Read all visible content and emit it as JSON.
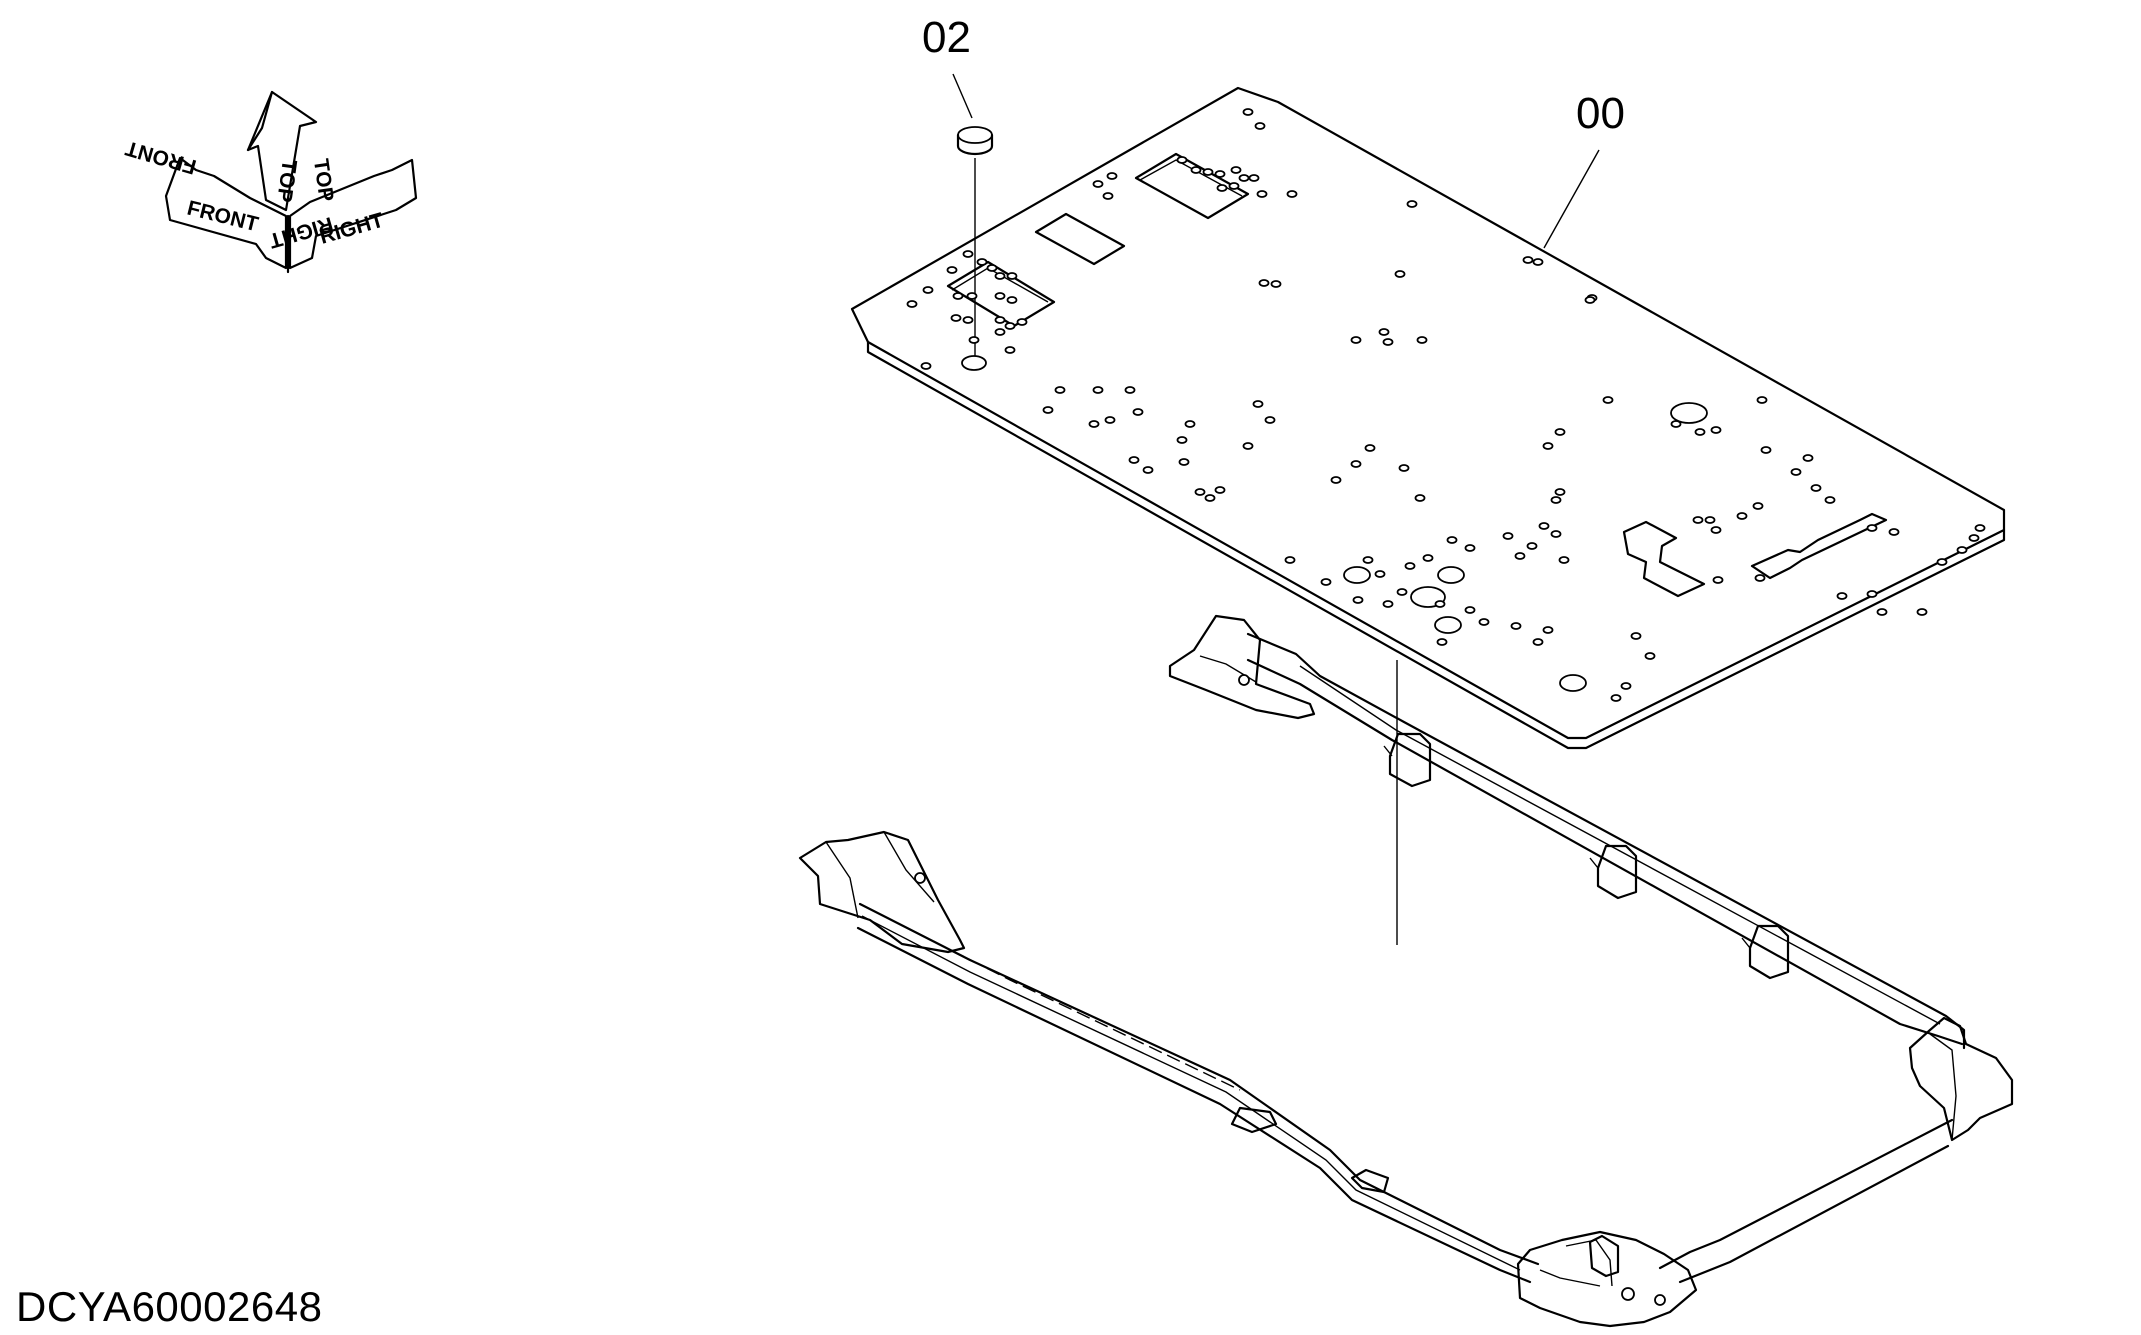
{
  "document_code": "DCYA60002648",
  "callouts": [
    {
      "id": "floor-plate",
      "label": "00"
    },
    {
      "id": "plug",
      "label": "02"
    }
  ],
  "orientation_indicator": {
    "front": "FRONT",
    "top": "TOP",
    "right": "RIGHT"
  },
  "colors": {
    "line": "#000000",
    "background": "#ffffff"
  }
}
